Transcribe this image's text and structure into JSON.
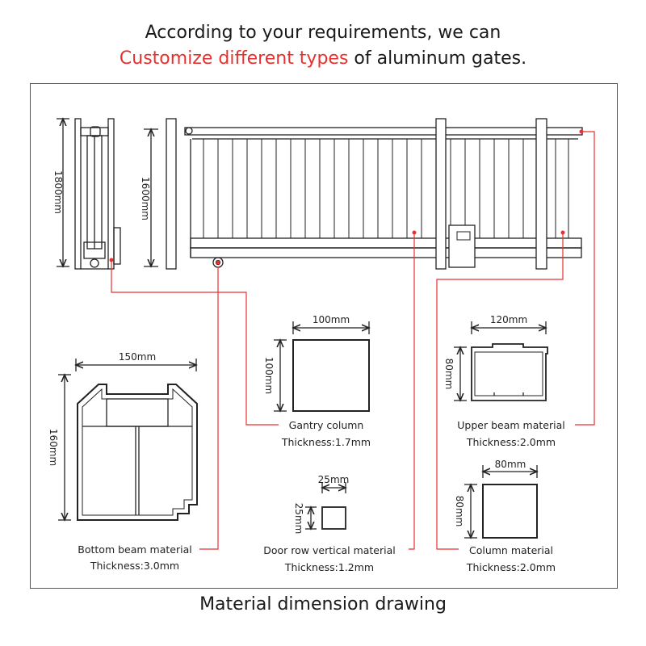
{
  "header": {
    "line1": "According to your requirements, we can",
    "line2_highlight": "Customize different types",
    "line2_rest": " of aluminum gates."
  },
  "footer": {
    "caption": "Material dimension drawing"
  },
  "gate_dims": {
    "side_height": "1800mm",
    "front_height": "1600mm"
  },
  "materials": {
    "gantry_column": {
      "name": "Gantry column",
      "thickness": "Thickness:1.7mm",
      "width": "100mm",
      "height": "100mm"
    },
    "upper_beam": {
      "name": "Upper beam material",
      "thickness": "Thickness:2.0mm",
      "width": "120mm",
      "height": "80mm"
    },
    "bottom_beam": {
      "name": "Bottom beam material",
      "thickness": "Thickness:3.0mm",
      "width": "150mm",
      "height": "160mm"
    },
    "door_row_vertical": {
      "name": "Door row vertical material",
      "thickness": "Thickness:1.2mm",
      "width": "25mm",
      "height": "25mm"
    },
    "column": {
      "name": "Column material",
      "thickness": "Thickness:2.0mm",
      "width": "80mm",
      "height": "80mm"
    }
  },
  "colors": {
    "accent": "#e8312f",
    "line": "#222222"
  }
}
